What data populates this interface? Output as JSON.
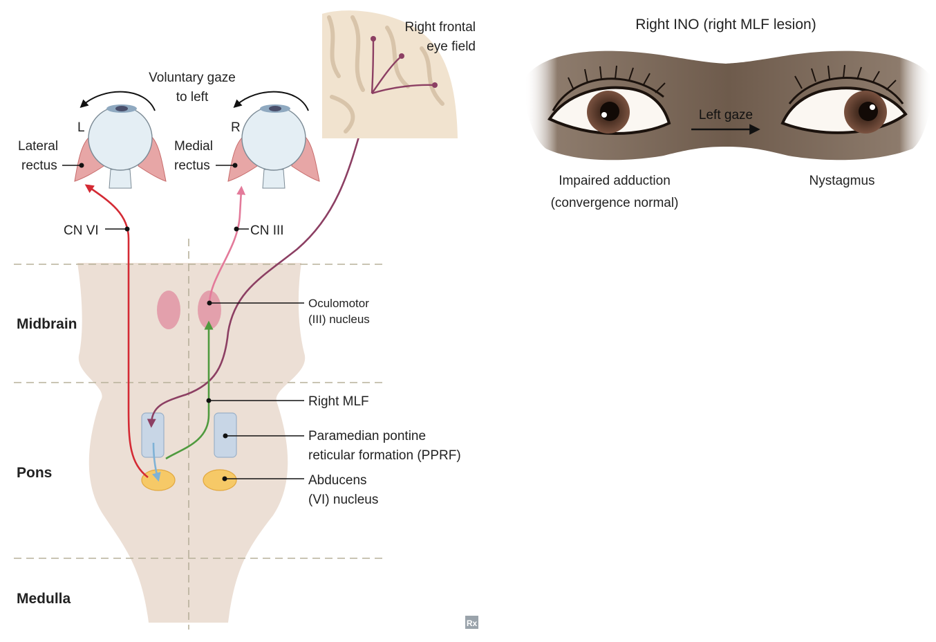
{
  "colors": {
    "brainstem_fill": "#ecdfd5",
    "cn6_path": "#d42a34",
    "cn3_path": "#e37a9a",
    "fef_path": "#8c3f63",
    "mlf_path": "#4f9a3e",
    "pprf_path": "#7fb2d6",
    "oculomotor_nucleus": "#e3a0ac",
    "abducens_nucleus": "#f6c967",
    "pprf_box": "#c8d6e6",
    "cortex": "#f1e3cf",
    "iris": "#6b4430"
  },
  "left_panel": {
    "gaze_title_line1": "Voluntary gaze",
    "gaze_title_line2": "to left",
    "eye_left_letter": "L",
    "eye_right_letter": "R",
    "lateral_rectus_line1": "Lateral",
    "lateral_rectus_line2": "rectus",
    "medial_rectus_line1": "Medial",
    "medial_rectus_line2": "rectus",
    "fef_line1": "Right frontal",
    "fef_line2": "eye field",
    "cn6_label": "CN VI",
    "cn3_label": "CN III",
    "regions": {
      "midbrain": "Midbrain",
      "pons": "Pons",
      "medulla": "Medulla"
    },
    "structures": {
      "oculomotor_line1": "Oculomotor",
      "oculomotor_line2": "(III) nucleus",
      "mlf": "Right MLF",
      "pprf_line1": "Paramedian pontine",
      "pprf_line2": "reticular formation (PPRF)",
      "abducens_line1": "Abducens",
      "abducens_line2": "(VI) nucleus"
    },
    "logo_text": "Rx"
  },
  "right_panel": {
    "title": "Right INO (right MLF lesion)",
    "arrow_label": "Left gaze",
    "left_caption_line1": "Impaired adduction",
    "left_caption_line2": "(convergence normal)",
    "right_caption": "Nystagmus"
  }
}
